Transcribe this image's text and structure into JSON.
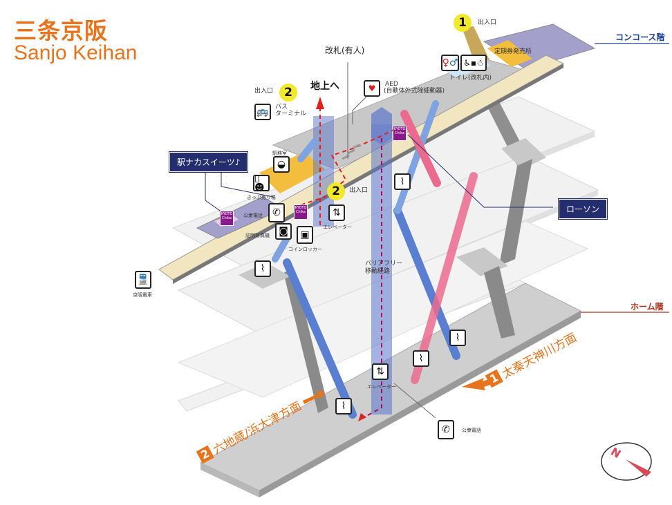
{
  "title": {
    "japanese": "三条京阪",
    "english": "Sanjo Keihan"
  },
  "floors": {
    "concourse": "コンコース階",
    "platform": "ホーム階"
  },
  "labels": {
    "ticket_gate": "改札(有人)",
    "to_ground": "地上へ",
    "exit1_label": "出入口",
    "exit1_num": "1",
    "exit2_label": "出入口",
    "exit2_num": "2",
    "exit2b_label": "出入口",
    "exit2b_num": "2",
    "commuter_pass_office": "定期券発売所",
    "toilet": "トイレ(改札内)",
    "aed": "AED",
    "aed_detail": "(自動体外式除細動器)",
    "bus_terminal_line1": "バス",
    "bus_terminal_line2": "ターミナル",
    "station_office": "駅務室",
    "ticket_machines": "きっぷ売り場",
    "public_phone_upper": "公衆電話",
    "photo_booth": "証明写真機",
    "coin_locker": "コインロッカー",
    "elevator_upper": "エレベーター",
    "barrier_free_line1": "バリアフリー",
    "barrier_free_line2": "移動経路",
    "keihan_train": "京阪電車",
    "elevator_lower": "エレベーター",
    "public_phone_lower": "公衆電話",
    "kyoto_chika_line1": "KYOTO",
    "kyoto_chika_line2": "Chika"
  },
  "callouts": {
    "ekinaka_sweets": "駅ナカスイーツ♪",
    "lawson": "ローソン"
  },
  "directions": {
    "platform1_num": "1",
    "platform1_dest": "太秦天神川方面",
    "platform2_num": "2",
    "platform2_dest": "六地蔵/浜大津方面"
  },
  "icons": {
    "restroom": "restroom-icon",
    "accessible_facilities": "accessible-toilet-icon",
    "aed": "aed-icon",
    "bus": "bus-icon",
    "station_office": "station-office-icon",
    "ticket_machine": "ticket-machine-icon",
    "phone": "phone-icon",
    "camera": "camera-icon",
    "locker": "coin-locker-icon",
    "elevator": "elevator-icon",
    "escalator": "escalator-icon",
    "train": "train-icon",
    "compass": "compass-icon"
  },
  "compass": {
    "label": "N"
  },
  "colors": {
    "brand_orange": "#e8731d",
    "concourse_line": "#1d3d8f",
    "platform_line": "#a8321b",
    "callout_navy": "#242d6e",
    "exit_yellow": "#f2e92a",
    "kyoto_chika_purple": "#8a1a8a",
    "escalator_up_blue": "#5b7fd0",
    "escalator_down_pink": "#ea6b8e",
    "barrier_free_route": "#e02020"
  }
}
